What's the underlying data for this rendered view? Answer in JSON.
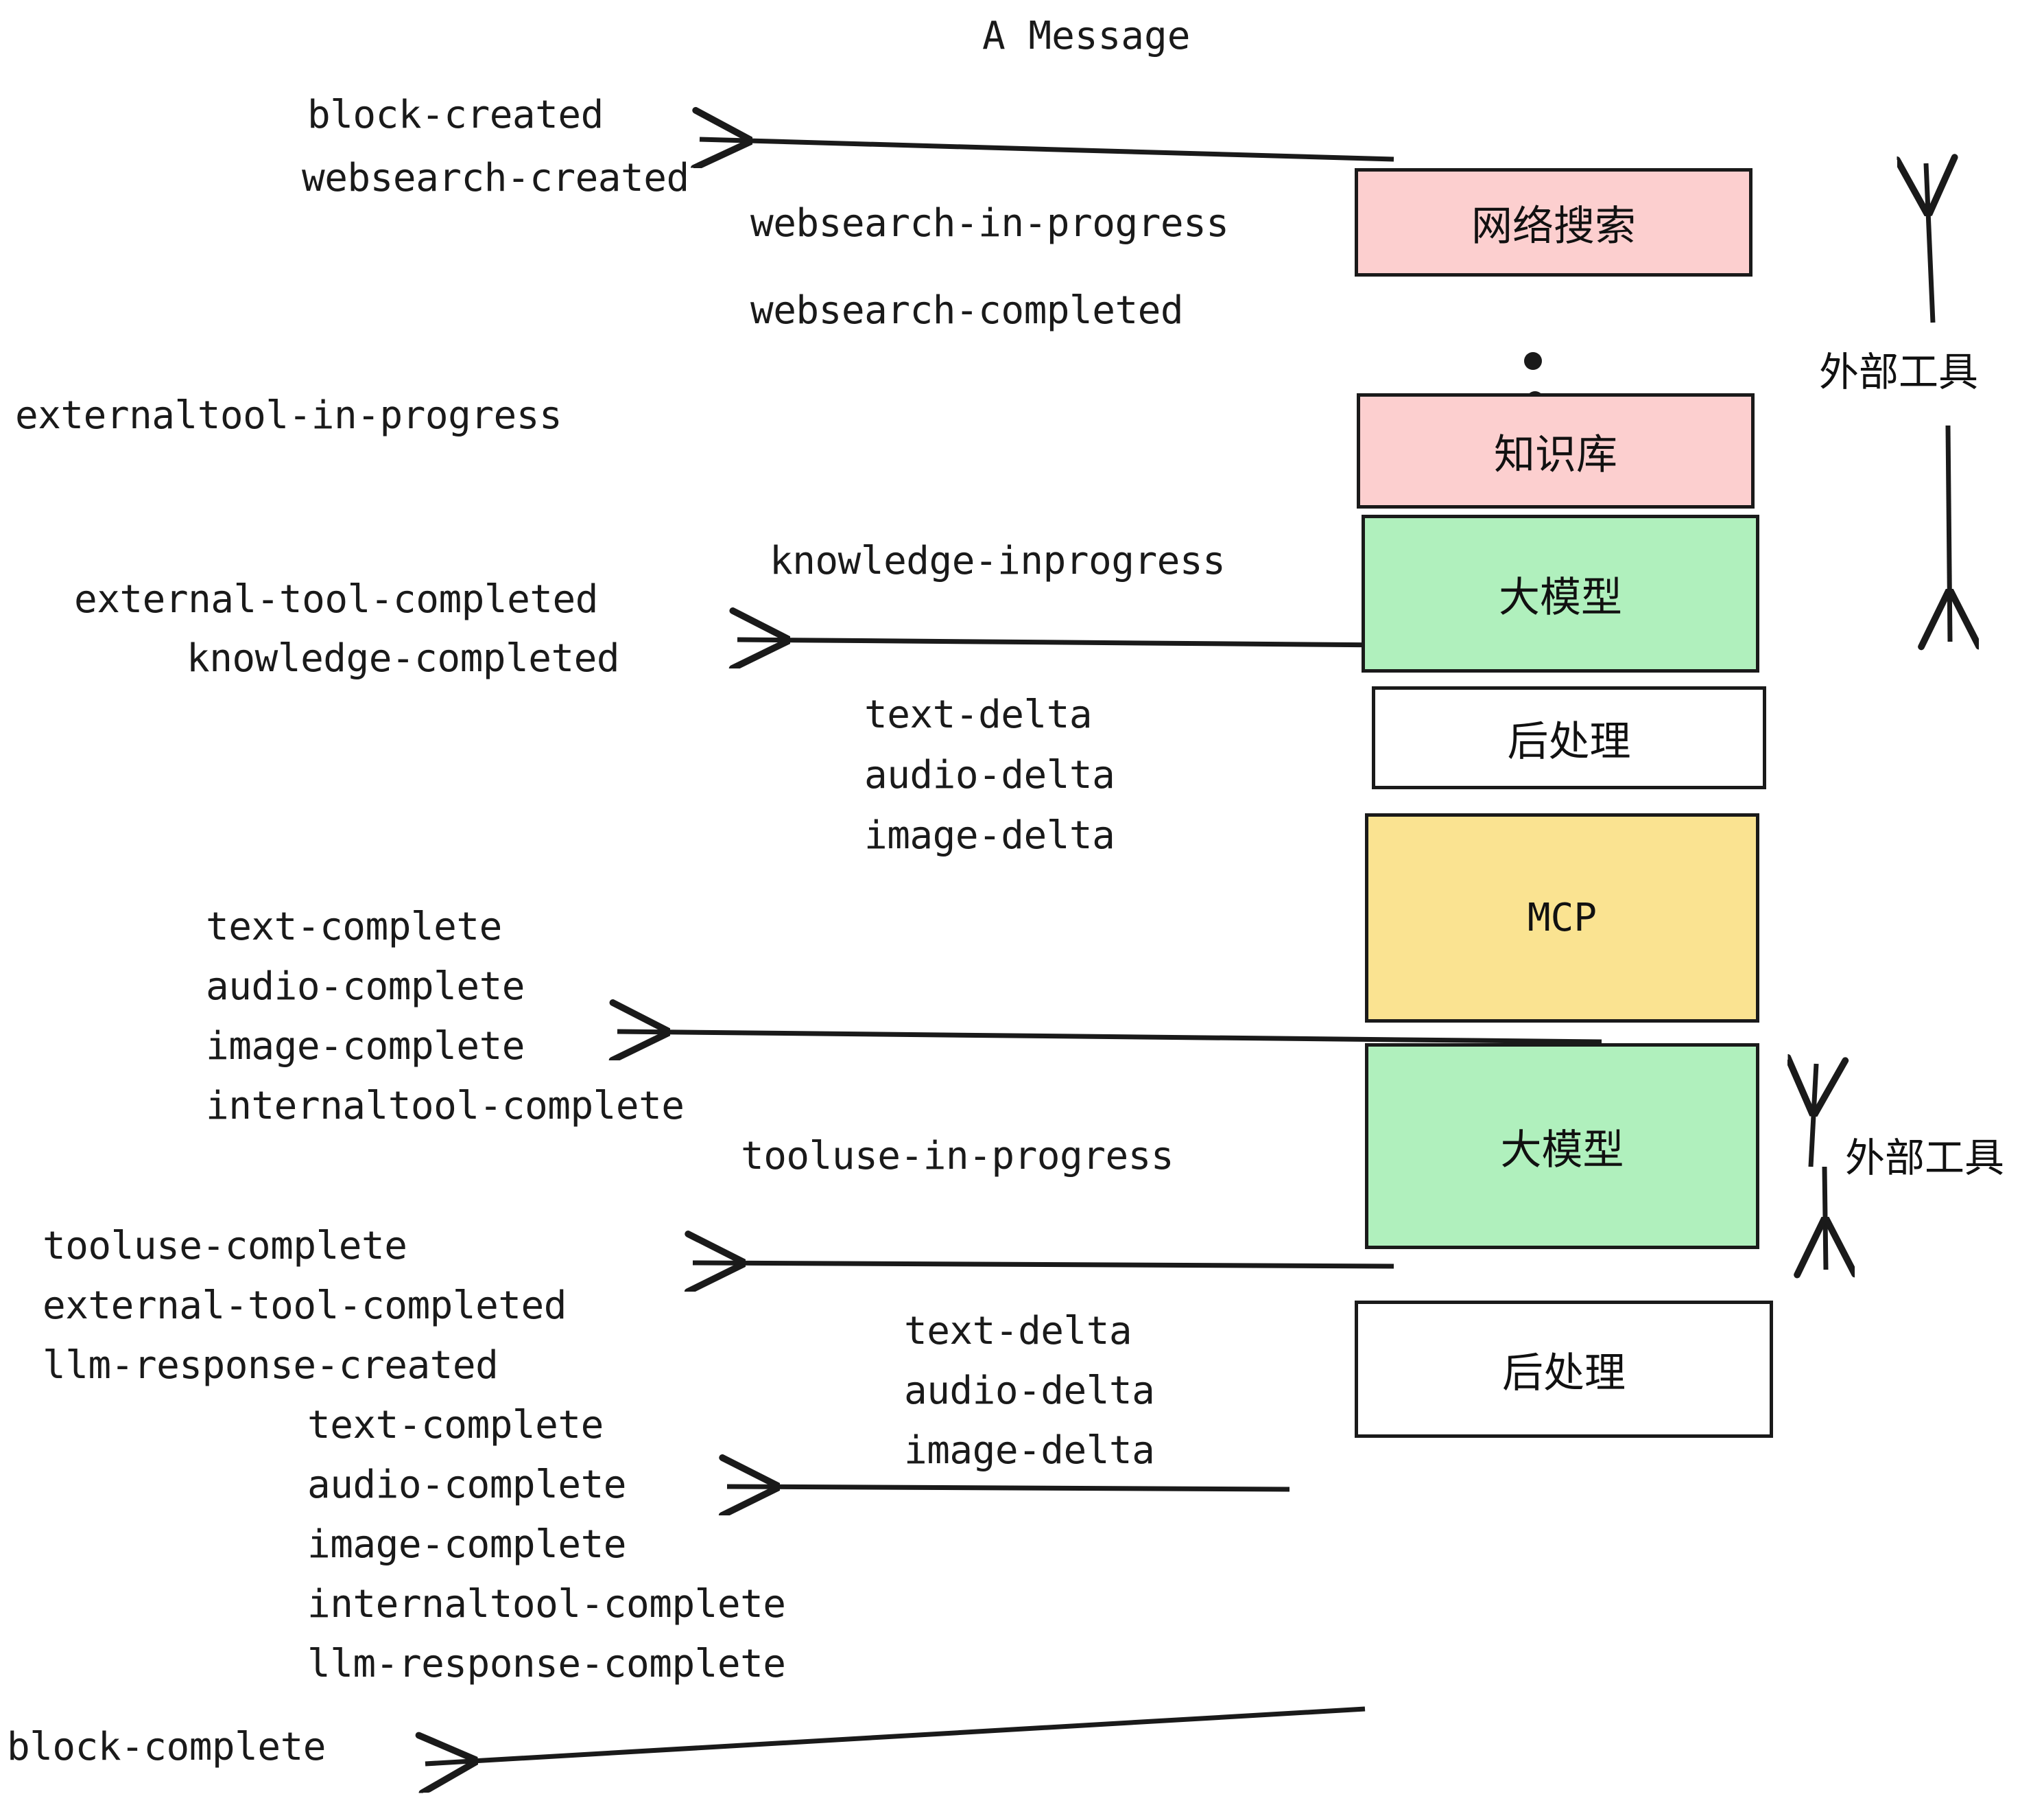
{
  "diagram": {
    "title": "A Message",
    "colors": {
      "pink": "#fccfcf",
      "green": "#b0f0bd",
      "yellow": "#fae391",
      "white": "#ffffff",
      "stroke": "#1a1a1a",
      "text": "#1a1a1a"
    },
    "nodes": [
      {
        "id": "websearch",
        "label": "网络搜索",
        "fill": "#fccfcf"
      },
      {
        "id": "knowledge",
        "label": "知识库",
        "fill": "#fccfcf"
      },
      {
        "id": "llm1",
        "label": "大模型",
        "fill": "#b0f0bd"
      },
      {
        "id": "post1",
        "label": "后处理",
        "fill": "#ffffff"
      },
      {
        "id": "mcp",
        "label": "MCP",
        "fill": "#fae391"
      },
      {
        "id": "llm2",
        "label": "大模型",
        "fill": "#b0f0bd"
      },
      {
        "id": "post2",
        "label": "后处理",
        "fill": "#ffffff"
      }
    ],
    "side_labels": [
      {
        "id": "external-tools-top",
        "label": "外部工具"
      },
      {
        "id": "external-tools-bottom",
        "label": "外部工具"
      }
    ],
    "events": [
      {
        "id": "block-created",
        "text": "block-created"
      },
      {
        "id": "websearch-created",
        "text": "websearch-created"
      },
      {
        "id": "websearch-in-progress",
        "text": "websearch-in-progress"
      },
      {
        "id": "websearch-completed",
        "text": "websearch-completed"
      },
      {
        "id": "externaltool-in-progress",
        "text": "externaltool-in-progress"
      },
      {
        "id": "knowledge-inprogress",
        "text": "knowledge-inprogress"
      },
      {
        "id": "external-tool-completed-1",
        "text": "external-tool-completed"
      },
      {
        "id": "knowledge-completed",
        "text": "knowledge-completed"
      },
      {
        "id": "text-delta-1",
        "text": "text-delta"
      },
      {
        "id": "audio-delta-1",
        "text": "audio-delta"
      },
      {
        "id": "image-delta-1",
        "text": "image-delta"
      },
      {
        "id": "text-complete-1",
        "text": "text-complete"
      },
      {
        "id": "audio-complete-1",
        "text": "audio-complete"
      },
      {
        "id": "image-complete-1",
        "text": "image-complete"
      },
      {
        "id": "internaltool-complete-1",
        "text": "internaltool-complete"
      },
      {
        "id": "tooluse-in-progress",
        "text": "tooluse-in-progress"
      },
      {
        "id": "tooluse-complete",
        "text": "tooluse-complete"
      },
      {
        "id": "external-tool-completed-2",
        "text": "external-tool-completed"
      },
      {
        "id": "llm-response-created",
        "text": "llm-response-created"
      },
      {
        "id": "text-delta-2",
        "text": "text-delta"
      },
      {
        "id": "audio-delta-2",
        "text": "audio-delta"
      },
      {
        "id": "image-delta-2",
        "text": "image-delta"
      },
      {
        "id": "text-complete-2",
        "text": "text-complete"
      },
      {
        "id": "audio-complete-2",
        "text": "audio-complete"
      },
      {
        "id": "image-complete-2",
        "text": "image-complete"
      },
      {
        "id": "internaltool-complete-2",
        "text": "internaltool-complete"
      },
      {
        "id": "llm-response-complete",
        "text": "llm-response-complete"
      },
      {
        "id": "block-complete",
        "text": "block-complete"
      }
    ]
  }
}
